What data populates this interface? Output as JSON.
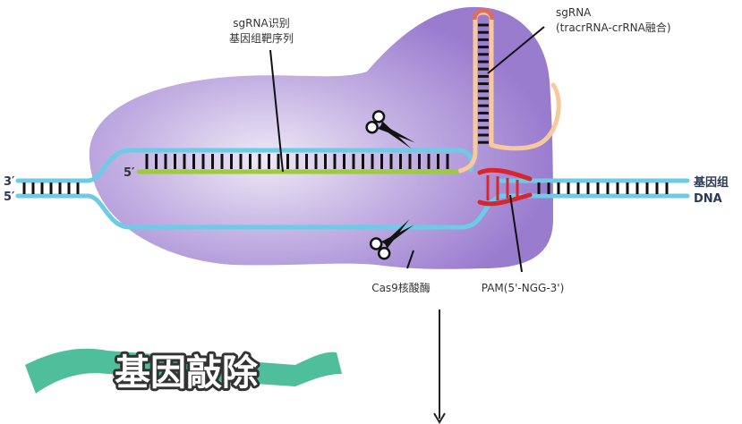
{
  "labels": {
    "sgrna_recognize_line1": "sgRNA识别",
    "sgrna_recognize_line2": "基因组靶序列",
    "sgrna_line1": "sgRNA",
    "sgrna_line2": "(tracrRNA-crRNA融合)",
    "genome_line1": "基因组",
    "genome_line2": "DNA",
    "cas9": "Cas9核酸酶",
    "pam": "PAM(5'-NGG-3')",
    "left_3prime": "3′",
    "left_5prime": "5′",
    "guide_5prime": "5′"
  },
  "banner": {
    "title": "基因敲除"
  },
  "colors": {
    "cas9_body": "#9b7fd0",
    "cas9_center": "#ece6f5",
    "dna_strand": "#6ccbe6",
    "guide_rna": "#9ccc3c",
    "tracr_rna": "#f8c99a",
    "pam": "#d7262e",
    "bar": "#111111",
    "banner_band": "#4fbf9b",
    "banner_text_fill": "#ffffff",
    "banner_text_stroke": "#333333"
  },
  "icons": {
    "scissors": "scissors-icon",
    "arrow": "arrow-down-icon"
  }
}
